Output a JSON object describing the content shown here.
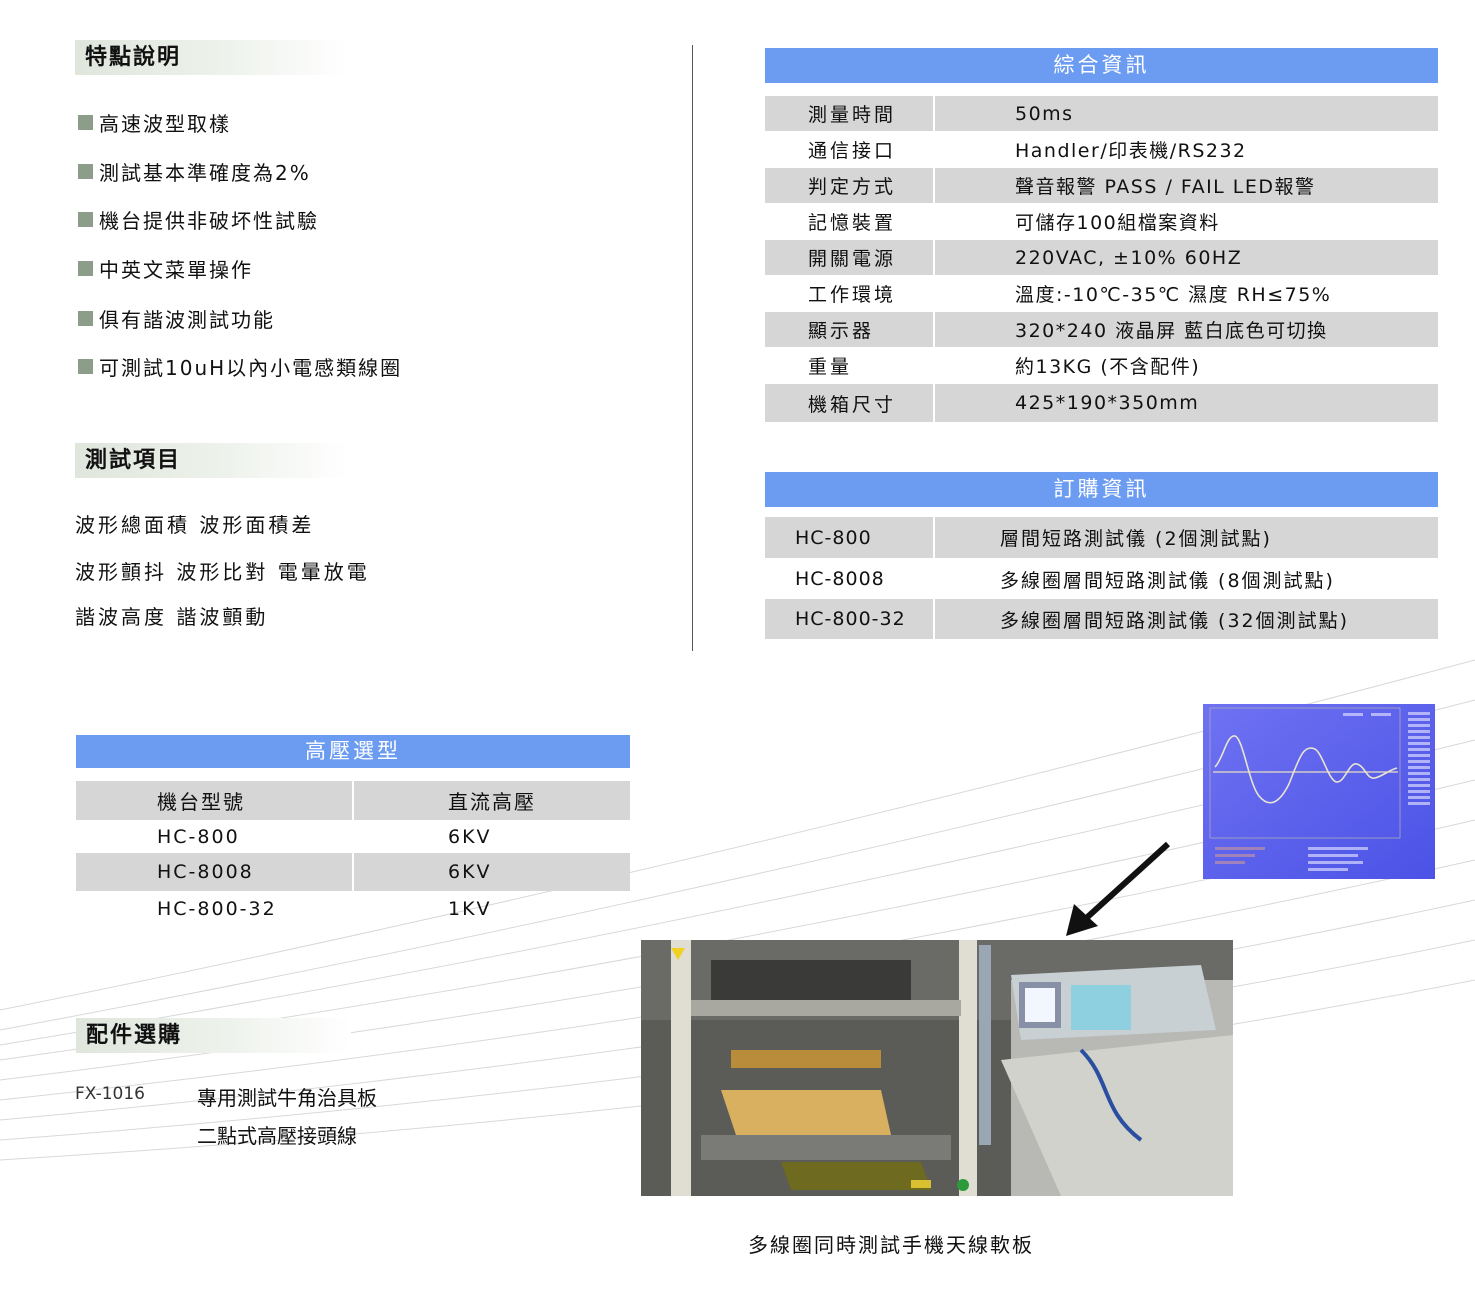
{
  "features": {
    "title": "特點說明",
    "items": [
      "高速波型取樣",
      "測試基本準確度為2%",
      "機台提供非破坏性試驗",
      "中英文菜單操作",
      "俱有諧波測試功能",
      "可測試10uH以內小電感類線圈"
    ]
  },
  "test_items": {
    "title": "測試項目",
    "lines": [
      "波形總面積 波形面積差",
      "波形顫抖 波形比對 電暈放電",
      "諧波高度 諧波顫動"
    ]
  },
  "general_info": {
    "title": "綜合資訊",
    "rows": [
      {
        "label": "測量時間",
        "value": "50ms"
      },
      {
        "label": "通信接口",
        "value": "Handler/印表機/RS232"
      },
      {
        "label": "判定方式",
        "value": "聲音報警 PASS / FAIL  LED報警"
      },
      {
        "label": "記憶裝置",
        "value": "可儲存100組檔案資料"
      },
      {
        "label": "開關電源",
        "value": "220VAC, ±10% 60HZ"
      },
      {
        "label": "工作環境",
        "value": "溫度:-10℃-35℃   濕度 RH≤75%"
      },
      {
        "label": "顯示器",
        "value": "320*240 液晶屏 藍白底色可切換"
      },
      {
        "label": "重量",
        "value": "約13KG   (不含配件)"
      },
      {
        "label": "機箱尺寸",
        "value": "425*190*350mm"
      }
    ]
  },
  "order_info": {
    "title": "訂購資訊",
    "rows": [
      {
        "model": "HC-800",
        "desc": "層間短路測試儀  (2個測試點)"
      },
      {
        "model": "HC-8008",
        "desc": "多線圈層間短路測試儀 (8個測試點)"
      },
      {
        "model": "HC-800-32",
        "desc": "多線圈層間短路測試儀 (32個測試點)"
      }
    ]
  },
  "hv_selection": {
    "title": "高壓選型",
    "headers": [
      "機台型號",
      "直流高壓"
    ],
    "rows": [
      {
        "model": "HC-800",
        "voltage": "6KV"
      },
      {
        "model": "HC-8008",
        "voltage": "6KV"
      },
      {
        "model": "HC-800-32",
        "voltage": "1KV"
      }
    ]
  },
  "accessories": {
    "title": "配件選購",
    "code": "FX-1016",
    "items": [
      "專用測試牛角治具板",
      "二點式高壓接頭線"
    ]
  },
  "photo_caption": "多線圈同時測試手機天線軟板",
  "colors": {
    "header_blue": "#6c9cf2",
    "row_gray": "#d6d6d6",
    "bullet_green": "#8c9e89"
  }
}
